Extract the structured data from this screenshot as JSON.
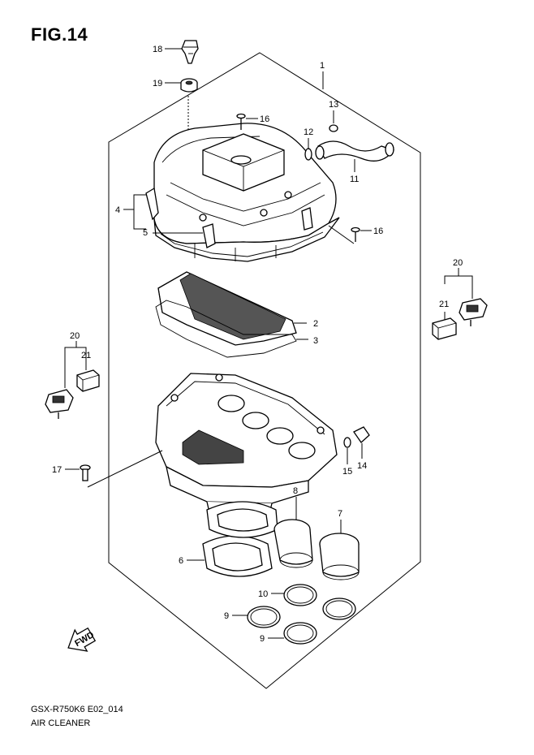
{
  "figure": {
    "title": "FIG.14",
    "code": "GSX-R750K6 E02_014",
    "name": "AIR CLEANER"
  },
  "callouts": {
    "c1": "1",
    "c2": "2",
    "c3": "3",
    "c4": "4",
    "c5": "5",
    "c6": "6",
    "c7": "7",
    "c8": "8",
    "c9a": "9",
    "c9b": "9",
    "c10": "10",
    "c11": "11",
    "c12": "12",
    "c13": "13",
    "c14": "14",
    "c15": "15",
    "c16a": "16",
    "c16b": "16",
    "c17": "17",
    "c18": "18",
    "c19": "19",
    "c20a": "20",
    "c20b": "20",
    "c21a": "21",
    "c21b": "21"
  },
  "direction_arrow": {
    "label": "FWD"
  }
}
